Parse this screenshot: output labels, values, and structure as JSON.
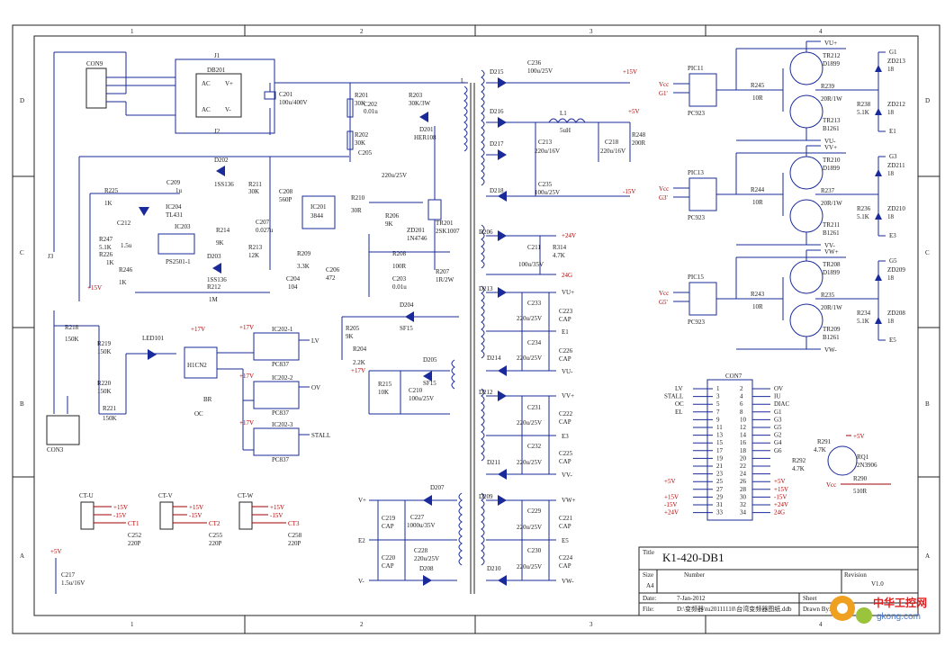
{
  "title_block": {
    "title_label": "Title",
    "title": "K1-420-DB1",
    "size_label": "Size",
    "size": "A4",
    "number_label": "Number",
    "revision_label": "Revision",
    "revision": "V1.0",
    "date_label": "Date:",
    "date": "7-Jan-2012",
    "file_label": "File:",
    "file": "D:\\变频器\\tu20111110\\台湾变频器图纸.ddb",
    "sheet_label": "Sheet",
    "drawn_label": "Drawn By:"
  },
  "grid": {
    "columns": [
      "1",
      "2",
      "3",
      "4"
    ],
    "rows": [
      "D",
      "C",
      "B",
      "A"
    ]
  },
  "watermark": {
    "cn": "中华工控网",
    "url": "gkong.com"
  },
  "power_section": {
    "con9": "CON9",
    "db201": "DB201",
    "ac": "AC",
    "vplus": "V+",
    "vminus": "V-",
    "j1": "J1",
    "j2": "J2",
    "c201": "C201",
    "c201_val": "100u/400V",
    "r201": "R201",
    "r201_val": "30K",
    "r202": "R202",
    "r202_val": "30K",
    "c202": "C202",
    "c202_val": "0.01u",
    "r203": "R203",
    "r203_val": "30K/3W",
    "d201": "D201",
    "d201_val": "HER108",
    "c205": "C205",
    "c205_val": "220u/25V",
    "d202": "D202",
    "d202_val": "1SS136",
    "c209": "C209",
    "c209_val": "1u",
    "r211": "R211",
    "r211_val": "30K",
    "c208": "C208",
    "c208_val": "560P",
    "c207": "C207",
    "c207_val": "0.027u",
    "r213": "R213",
    "r213_val": "12K",
    "ic201": "IC201",
    "ic201_val": "3844",
    "r210": "R210",
    "r210_val": "30R",
    "r206": "R206",
    "r206_val": "9K",
    "zd201": "ZD201",
    "zd201_val": "1N4746",
    "tr201": "TR201",
    "tr201_val": "2SK1007",
    "r225": "R225",
    "r225_val": "1K",
    "ic204": "IC204",
    "ic204_val": "TL431",
    "c212": "C212",
    "c212_val": "1.5u",
    "r247": "R247",
    "r247_val": "5.1K",
    "r226": "R226",
    "r226_val": "1K",
    "r246": "R246",
    "r246_val": "1K",
    "ic203": "IC203",
    "ic203_val": "PS2501-1",
    "r214": "R214",
    "r214_val": "9K",
    "d203": "D203",
    "d203_val": "1SS136",
    "r212": "R212",
    "r212_val": "1M",
    "r209": "R209",
    "r209_val": "3.3K",
    "c204": "C204",
    "c204_val": "104",
    "c206": "C206",
    "c206_val": "472",
    "r208": "R208",
    "r208_val": "100R",
    "c203": "C203",
    "c203_val": "0.01u",
    "r207": "R207",
    "r207_val": "1R/2W",
    "plus15": "+15V",
    "j3": "J3",
    "l": "L"
  },
  "sensor_section": {
    "r218": "R218",
    "r218_val": "150K",
    "r219": "R219",
    "r219_val": "150K",
    "r220": "R220",
    "r220_val": "150K",
    "r221": "R221",
    "r221_val": "150K",
    "con3": "CON3",
    "led101": "LED101",
    "h1cn2": "H1CN2",
    "plus17": "+17V",
    "oc": "OC",
    "br": "BR",
    "ic2021": "IC202-1",
    "ic2022": "IC202-2",
    "ic2023": "IC202-3",
    "pc837": "PC837",
    "lv": "LV",
    "ov": "OV",
    "stall": "STALL",
    "d204": "D204",
    "sf15": "SF15",
    "r205": "R205",
    "r205_val": "9K",
    "r204": "R204",
    "r204_val": "2.2K",
    "d205": "D205",
    "r215": "R215",
    "r215_val": "10K",
    "c210": "C210",
    "c210_val": "100u/25V"
  },
  "secondary_section": {
    "d215": "D215",
    "c236": "C236",
    "c236_val": "100u/25V",
    "l1": "L1",
    "l1_val": "5uH",
    "d216": "D216",
    "d217": "D217",
    "c213": "C213",
    "c213_val": "220u/16V",
    "c218": "C218",
    "c218_val": "220u/16V",
    "r248": "R248",
    "r248_val": "200R",
    "c235": "C235",
    "c235_val": "100u/25V",
    "d218": "D218",
    "plus15": "+15V",
    "plus5": "+5V",
    "minus15": "-15V",
    "d206": "D206",
    "c211": "C211",
    "c211_val": "100u/35V",
    "r314": "R314",
    "r314_val": "4.7K",
    "plus24": "+24V",
    "g24": "24G",
    "d213": "D213",
    "c233": "C233",
    "c233_val": "220u/25V",
    "c223": "C223",
    "cap": "CAP",
    "c234": "C234",
    "c234_val": "220u/25V",
    "c226": "C226",
    "d214": "D214",
    "d212": "D212",
    "c231": "C231",
    "c231_val": "220u/25V",
    "c222": "C222",
    "c232": "C232",
    "c232_val": "220u/25V",
    "c225": "C225",
    "d211": "D211",
    "d209": "D209",
    "c229": "C229",
    "c229_val": "220u/25V",
    "c221": "C221",
    "c230": "C230",
    "c230_val": "220u/25V",
    "c224": "C224",
    "d210": "D210",
    "vu_p": "VU+",
    "e1": "E1",
    "vu_m": "VU-",
    "vv_p": "VV+",
    "e3": "E3",
    "vv_m": "VV-",
    "vw_p": "VW+",
    "e5": "E5",
    "vw_m": "VW-",
    "d207": "D207",
    "c219": "C219",
    "c227": "C227",
    "c227_val": "1000u/35V",
    "c220": "C220",
    "c228": "C228",
    "c228_val": "220u/25V",
    "d208": "D208",
    "vp": "V+",
    "e2": "E2",
    "vm": "V-"
  },
  "ct_section": {
    "ctu": "CT-U",
    "ctv": "CT-V",
    "ctw": "CT-W",
    "ct1": "CT1",
    "ct2": "CT2",
    "ct3": "CT3",
    "c252": "C252",
    "c255": "C255",
    "c258": "C258",
    "c_val": "220P",
    "plus15": "+15V",
    "minus15": "-15V",
    "plus5": "+5V",
    "c217": "C217",
    "c217_val": "1.5u/16V"
  },
  "gate_drivers": [
    {
      "pic": "PIC11",
      "pcx": "PC923",
      "vcc": "Vcc",
      "gin": "G1'",
      "rin": "R245",
      "rin_val": "10R",
      "tr_top": "TR212",
      "tr_top_val": "D1899",
      "tr_bot": "TR213",
      "tr_bot_val": "B1261",
      "rg": "R239",
      "rg_val": "20R/1W",
      "rb": "R238",
      "rb_val": "5.1K",
      "zd_top": "ZD213",
      "zd_top_val": "18",
      "zd_bot": "ZD212",
      "zd_bot_val": "18",
      "vp": "VU+",
      "vm": "VU-",
      "gout": "G1",
      "eout": "E1"
    },
    {
      "pic": "PIC13",
      "pcx": "PC923",
      "vcc": "Vcc",
      "gin": "G3'",
      "rin": "R244",
      "rin_val": "10R",
      "tr_top": "TR210",
      "tr_top_val": "D1899",
      "tr_bot": "TR211",
      "tr_bot_val": "B1261",
      "rg": "R237",
      "rg_val": "20R/1W",
      "rb": "R236",
      "rb_val": "5.1K",
      "zd_top": "ZD211",
      "zd_top_val": "18",
      "zd_bot": "ZD210",
      "zd_bot_val": "18",
      "vp": "VV+",
      "vm": "VV-",
      "gout": "G3",
      "eout": "E3"
    },
    {
      "pic": "PIC15",
      "pcx": "PC923",
      "vcc": "Vcc",
      "gin": "G5'",
      "rin": "R243",
      "rin_val": "10R",
      "tr_top": "TR208",
      "tr_top_val": "D1899",
      "tr_bot": "TR209",
      "tr_bot_val": "B1261",
      "rg": "R235",
      "rg_val": "20R/1W",
      "rb": "R234",
      "rb_val": "5.1K",
      "zd_top": "ZD209",
      "zd_top_val": "18",
      "zd_bot": "ZD208",
      "zd_bot_val": "18",
      "vp": "VW+",
      "vm": "VW-",
      "gout": "G5",
      "eout": "E5"
    }
  ],
  "con7": {
    "name": "CON7",
    "left_nets": [
      "LV",
      "STALL",
      "OC",
      "EL"
    ],
    "right_nets": [
      "OV",
      "IU",
      "DIAC",
      "G1",
      "G3",
      "G5",
      "G2",
      "G4",
      "G6"
    ],
    "pins_left": [
      "1",
      "3",
      "5",
      "7",
      "9",
      "11",
      "13",
      "15",
      "17",
      "19",
      "21",
      "23",
      "25",
      "27",
      "29",
      "31",
      "33"
    ],
    "pins_right": [
      "2",
      "4",
      "6",
      "8",
      "10",
      "12",
      "14",
      "16",
      "18",
      "20",
      "22",
      "24",
      "26",
      "28",
      "30",
      "32",
      "34"
    ],
    "bottom_left_nets": [
      "+5V",
      "+15V",
      "-15V",
      "+24V",
      "24G"
    ],
    "bottom_right_nets": [
      "+5V",
      "+15V",
      "-15V",
      "+24V",
      "24G"
    ],
    "r291": "R291",
    "r291_val": "4.7K",
    "r292": "R292",
    "r292_val": "4.7K",
    "rq1": "RQ1",
    "rq1_val": "2N3906",
    "r290": "R290",
    "r290_val": "510R",
    "plus5": "+5V",
    "vcc": "Vcc"
  }
}
